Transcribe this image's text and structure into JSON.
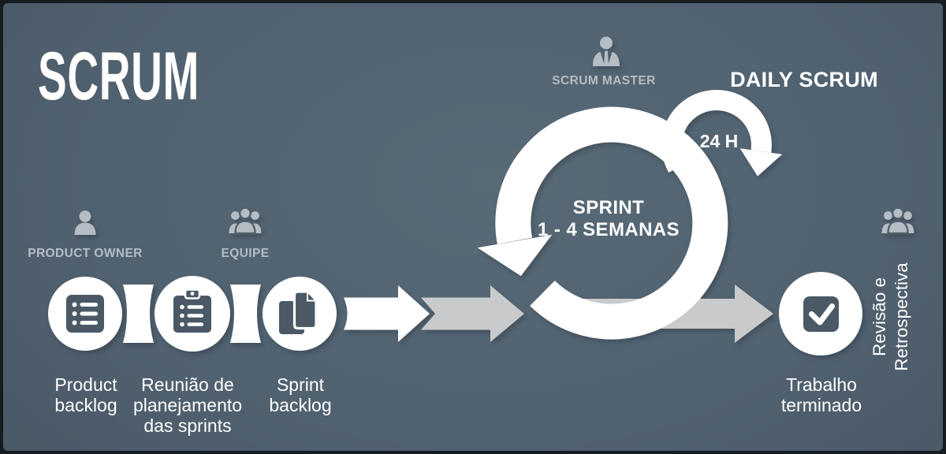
{
  "title": "SCRUM",
  "colors": {
    "background": "#50616d",
    "shape_white": "#ffffff",
    "arrow_gray": "#c9cacb",
    "label_gray": "#b5bdc4",
    "icon_dark": "#4a5965"
  },
  "actors": {
    "product_owner": {
      "label": "PRODUCT OWNER",
      "icon": "person-icon"
    },
    "team": {
      "label": "EQUIPE",
      "icon": "people-icon"
    },
    "scrum_master": {
      "label": "SCRUM MASTER",
      "icon": "person-tie-icon"
    },
    "review_team": {
      "icon": "people-icon"
    }
  },
  "loops": {
    "daily": {
      "label": "DAILY SCRUM",
      "interval": "24 H"
    },
    "sprint": {
      "label": "SPRINT\n1 - 4 SEMANAS"
    }
  },
  "steps": [
    {
      "label": "Product\nbacklog",
      "icon": "list-icon"
    },
    {
      "label": "Reunião de\nplanejamento\ndas sprints",
      "icon": "clipboard-icon"
    },
    {
      "label": "Sprint\nbacklog",
      "icon": "documents-icon"
    },
    {
      "label": "Trabalho\nterminado",
      "icon": "check-icon"
    }
  ],
  "review_label": "Revisão e\nRetrospectiva"
}
